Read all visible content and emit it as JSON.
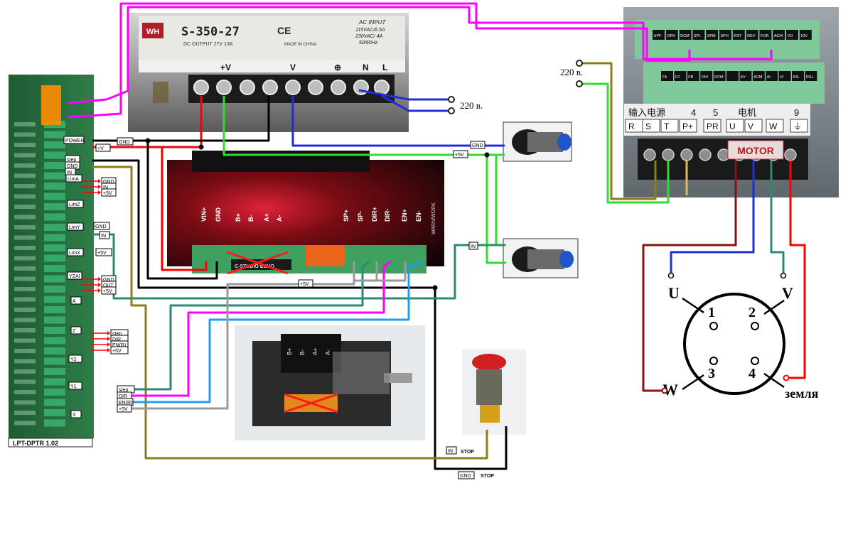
{
  "power_supply": {
    "model": "S-350-27",
    "brand": "WH",
    "ce_mark": "CE",
    "dc_output": "DC OUTPUT  27V  13A",
    "ac_input": "AC INPUT",
    "ac_input_specs": [
      "115VAC/6.5A",
      "230VAC/ 4A",
      "50/60Hz"
    ],
    "made_in": "MADE IN CHINA",
    "terminal_labels": [
      "+V",
      "V",
      "⊕",
      "N",
      "L"
    ]
  },
  "mains_labels": {
    "psu": "220 в.",
    "vfd": "220 в."
  },
  "vfd": {
    "top_terminals": [
      "UPF",
      "ORV",
      "DCM",
      "SPL",
      "SPM",
      "SPH",
      "RST",
      "REV",
      "FOR",
      "ACM",
      "VO",
      "10V"
    ],
    "mid_terminals": [
      "FA",
      "FC",
      "FB",
      "24V",
      "DCM",
      "",
      "5V",
      "ACM",
      "AI",
      "VI",
      "RS-",
      "RS+"
    ],
    "chinese_input": "输入电源",
    "chinese_motor": "电机",
    "chinese_numbers": [
      "4",
      "5",
      "9"
    ],
    "power_terminals": [
      "R",
      "S",
      "T",
      "P+",
      "PR",
      "U",
      "V",
      "W",
      "⏚"
    ],
    "motor_label": "MOTOR"
  },
  "lpt_board": {
    "name": "LPT-DPTR 1.02",
    "labels": [
      "POWER",
      "step",
      "GND",
      "IN",
      "LimA",
      "LimZ",
      "LimY",
      "LimX",
      "YZAI",
      "A",
      "Z",
      "Y2",
      "Y1",
      "X"
    ],
    "limA_signals": [
      "GND",
      "IN",
      "+5V"
    ],
    "yzai_signals": [
      "GND",
      "OUT",
      "+5V"
    ],
    "z_signals": [
      "step",
      "DIR",
      "EN(R)",
      "+5V"
    ],
    "plus_v": "+V",
    "gnd_short": "GND",
    "in_short": "IN",
    "plus5v": "+5V"
  },
  "driver": {
    "pins": [
      "VIN+",
      "GND",
      "B+",
      "B-",
      "A+",
      "A-",
      "SP+",
      "SP-",
      "DIR+",
      "DIR-",
      "EN+",
      "EN-"
    ],
    "warn": "WARN/WORK",
    "crossed_label": "C-STUDIO ECHO"
  },
  "motor_photo": {
    "pins": [
      "B+",
      "B-",
      "A+",
      "A-"
    ]
  },
  "sensor_labels": {
    "top_gnd": "GND",
    "top_5v": "+5V",
    "bottom_in": "IN"
  },
  "wire_labels": {
    "gnd": "GND",
    "plus5v": "+5V",
    "step": "step",
    "dir": "DIR",
    "enr": "EN(R)",
    "plus5v_low": "+5V"
  },
  "stop_button": {
    "in_label": "IN",
    "stop_label_top": "STOP",
    "gnd_label": "GND",
    "stop_label_bottom": "STOP"
  },
  "motor_connector": {
    "pins": [
      {
        "num": "1",
        "name": "U"
      },
      {
        "num": "2",
        "name": "V"
      },
      {
        "num": "3",
        "name": "W"
      },
      {
        "num": "4",
        "name": "земля"
      }
    ]
  },
  "colors": {
    "magenta": "#ff00ff",
    "red": "#ff0000",
    "black": "#000000",
    "green": "#2fdc2f",
    "blue": "#1f2fd6",
    "olive": "#8b7d1a",
    "teal": "#2a8a74",
    "sky": "#1e9cf0",
    "grey": "#9a9a9a",
    "darkred": "#8c0f0f",
    "tan": "#e6b65a"
  }
}
